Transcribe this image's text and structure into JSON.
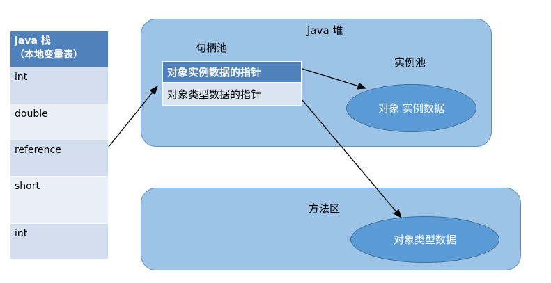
{
  "stack": {
    "title_line1": "java 栈",
    "title_line2": "（本地变量表）",
    "rows": [
      "int",
      "double",
      "reference",
      "short",
      "int"
    ]
  },
  "heap": {
    "title": "Java 堆",
    "handle_pool_label": "句柄池",
    "instance_pool_label": "实例池",
    "handle_rows": [
      "对象实例数据的指针",
      "对象类型数据的指针"
    ],
    "instance_data": "对象 实例数据"
  },
  "method_area": {
    "title": "方法区",
    "type_data": "对象类型数据"
  },
  "colors": {
    "header_blue": "#4f81bd",
    "region_fill": "#9dc3e6",
    "ellipse_fill": "#5b9bd5"
  }
}
